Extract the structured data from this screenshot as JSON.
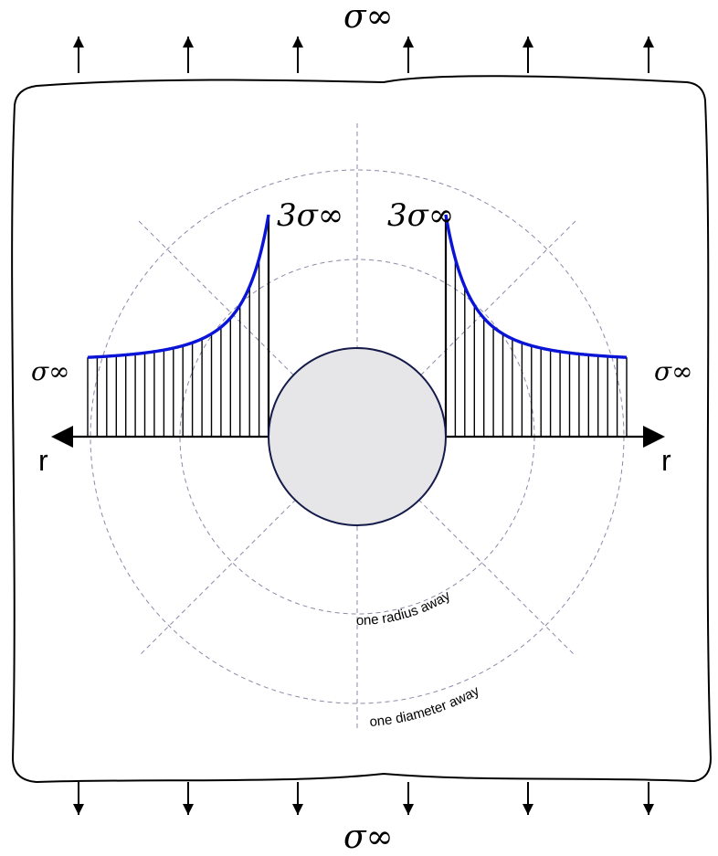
{
  "diagram": {
    "stress_symbol_top": "σ∞",
    "stress_symbol_bottom": "σ∞",
    "peak_label_left": "3σ∞",
    "peak_label_right": "3σ∞",
    "far_label_left": "σ∞",
    "far_label_right": "σ∞",
    "axis_label_left": "r",
    "axis_label_right": "r",
    "ring_label_radius": "one radius away",
    "ring_label_diameter": "one diameter away"
  },
  "colors": {
    "stress_curve": "#0a14d6",
    "hole_fill": "#e6e6e8",
    "hole_stroke": "#141a4a",
    "guide_lines": "#8a8aa8",
    "outline": "#000000"
  }
}
